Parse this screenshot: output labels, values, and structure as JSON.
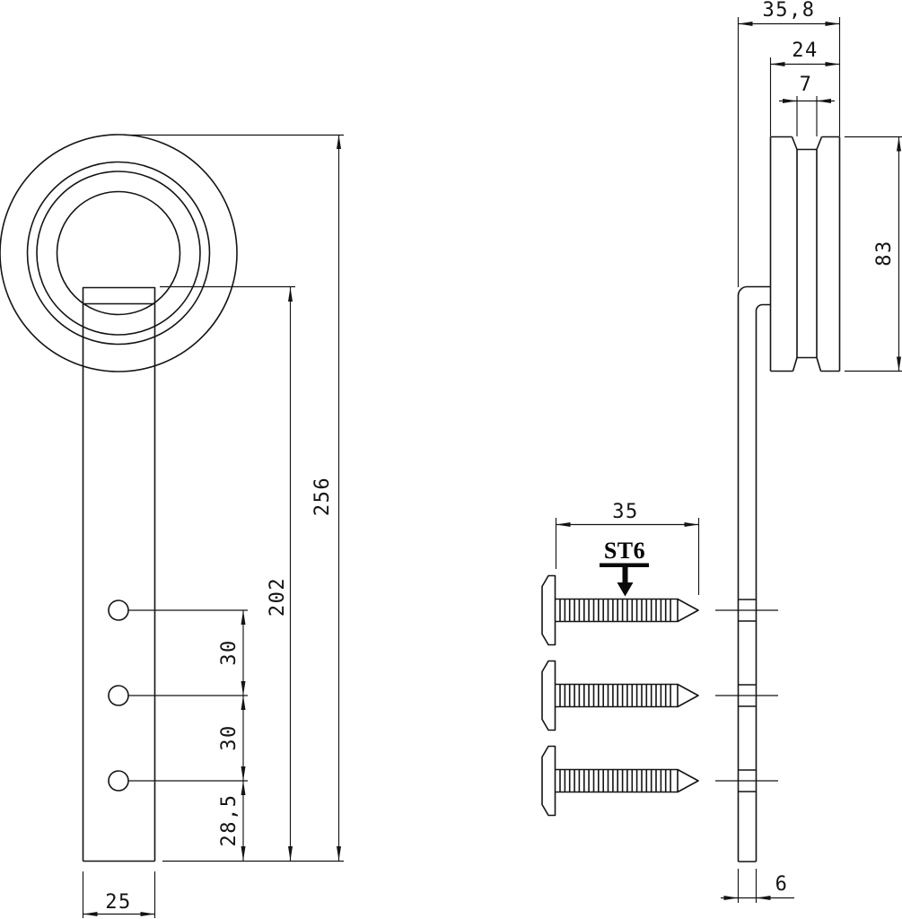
{
  "colors": {
    "line": "#141414",
    "background": "#ffffff"
  },
  "front_view": {
    "overall_height": "256",
    "strap_length": "202",
    "hole_spacing_upper": "30",
    "hole_spacing_lower": "30",
    "hole_bottom_offset": "28,5",
    "strap_width": "25"
  },
  "side_view": {
    "overall_depth": "35,8",
    "roller_width": "24",
    "groove_width": "7",
    "roller_diameter": "83",
    "strap_thickness": "6"
  },
  "screws": {
    "screw_length": "35",
    "screw_spec": "ST6"
  }
}
